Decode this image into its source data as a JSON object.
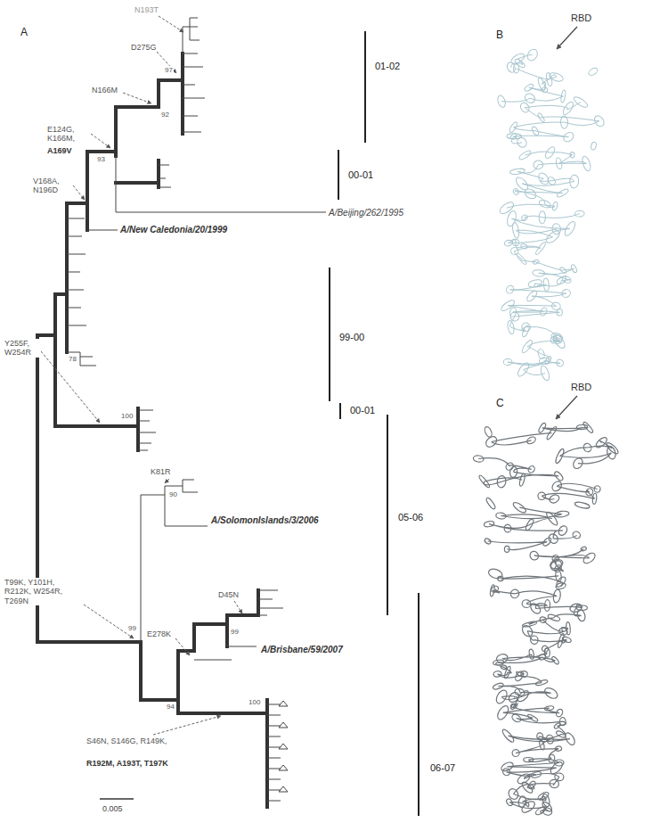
{
  "diagram": {
    "labels": [
      "A",
      "N193T",
      "D275G",
      "97",
      "N166M",
      "92",
      "E124G, K166M,",
      "A169V",
      "93",
      "V168A, N196D",
      "A/Beijing/262/1995",
      "A/New Caledonia/20/1999",
      "78",
      "Y255F, W254R",
      "100",
      "K81R",
      "90",
      "A/SolomonIslands/3/2006",
      "T99K, Y101H, R212K, W254R, T269N",
      "99",
      "E278K",
      "D45N",
      "99",
      "A/Brisbane/59/2007",
      "94",
      "100",
      "S46N, S146G, R149K,",
      "R192M, A193T, T197K",
      "0.005",
      "01-02",
      "00-01",
      "99-00",
      "00-01",
      "05-06",
      "06-07",
      "B",
      "RBD",
      "C",
      "RBD"
    ]
  }
}
